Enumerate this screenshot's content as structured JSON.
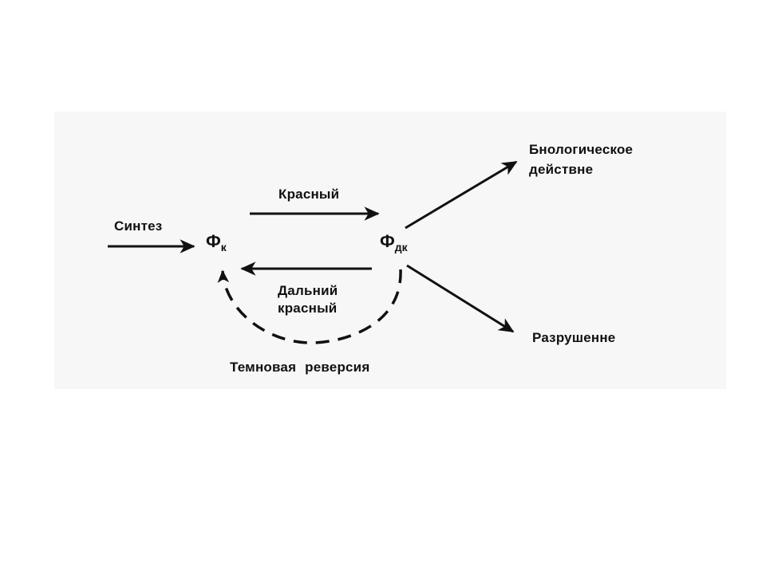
{
  "nodes": {
    "fk": {
      "symbol": "Ф",
      "subscript": "к"
    },
    "fdk": {
      "symbol": "Ф",
      "subscript": "дк"
    }
  },
  "labels": {
    "synthesis": "Синтез",
    "red": "Красный",
    "far_red_line1": "Дальний",
    "far_red_line2": "красный",
    "dark_reversion": "Темновая реверсия",
    "bio_action_line1": "Бнологическое",
    "bio_action_line2": "действне",
    "destruction": "Разрушенне"
  },
  "colors": {
    "ink": "#111111",
    "figure_background": "#f7f7f7"
  }
}
